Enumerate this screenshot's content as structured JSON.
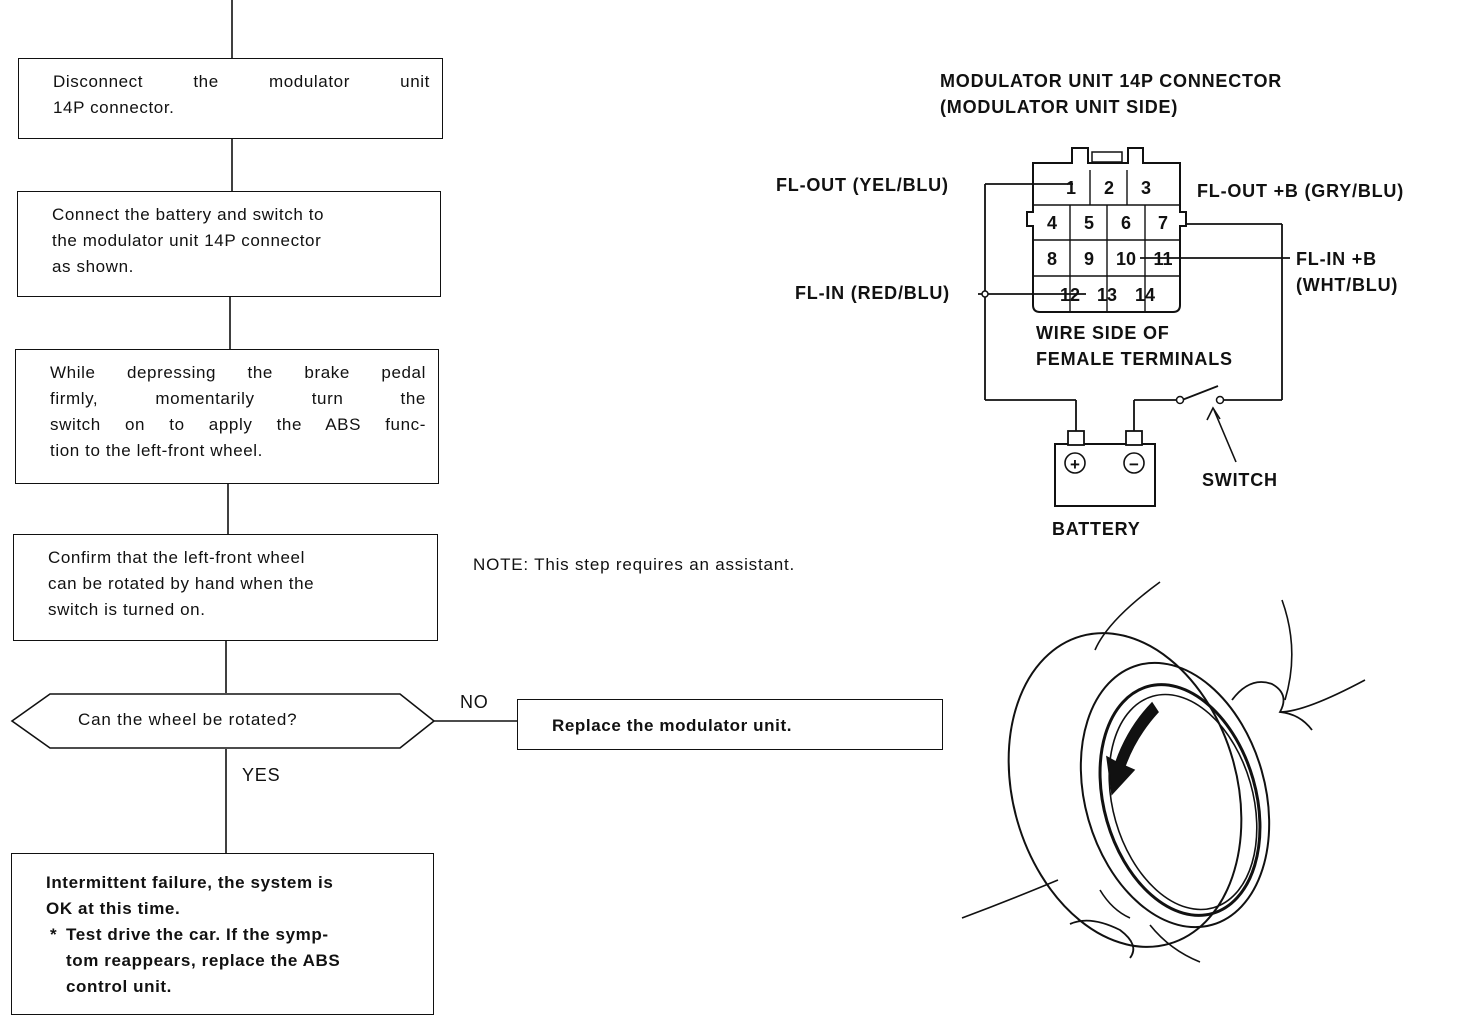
{
  "flowchart": {
    "step1": [
      "Disconnect the modulator unit",
      "14P connector."
    ],
    "step2": [
      "Connect the battery and switch to",
      "the modulator unit 14P connector",
      "as shown."
    ],
    "step3": [
      "While depressing the brake pedal",
      "firmly, momentarily turn the",
      "switch on to apply the ABS func-",
      "tion to the left-front wheel."
    ],
    "step4": [
      "Confirm that the left-front wheel",
      "can be rotated by hand when the",
      "switch is turned on."
    ],
    "note": "NOTE: This step requires an assistant.",
    "decision": "Can the wheel be rotated?",
    "no_label": "NO",
    "yes_label": "YES",
    "no_result": "Replace the modulator unit.",
    "yes_result": {
      "lines": [
        "Intermittent failure, the system is",
        "OK at this time."
      ],
      "bullet": "*",
      "bullet_lines": [
        "Test drive the car. If the symp-",
        "tom reappears, replace the ABS",
        "control unit."
      ]
    }
  },
  "connector_diagram": {
    "title": [
      "MODULATOR UNIT 14P CONNECTOR",
      "(MODULATOR UNIT SIDE)"
    ],
    "pins": [
      "1",
      "2",
      "3",
      "4",
      "5",
      "6",
      "7",
      "8",
      "9",
      "10",
      "11",
      "12",
      "13",
      "14"
    ],
    "labels": {
      "fl_out": "FL-OUT (YEL/BLU)",
      "fl_out_b": "FL-OUT +B (GRY/BLU)",
      "fl_in_b": [
        "FL-IN +B",
        "(WHT/BLU)"
      ],
      "fl_in": "FL-IN (RED/BLU)",
      "wire_side": [
        "WIRE SIDE OF",
        "FEMALE TERMINALS"
      ],
      "switch": "SWITCH",
      "battery": "BATTERY"
    },
    "battery_terminals": [
      "+",
      "−"
    ]
  },
  "wheel_illustration": {
    "icon": "wheel-rotation-icon"
  }
}
